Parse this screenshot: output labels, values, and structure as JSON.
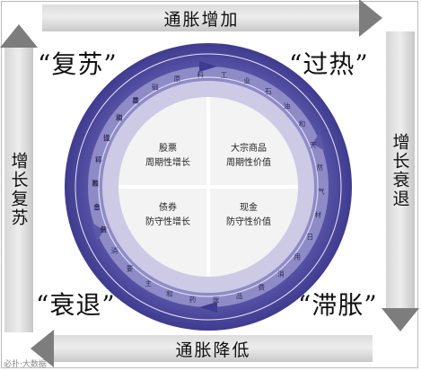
{
  "phases": {
    "recovery": "“复苏”",
    "overheat": "“过热”",
    "recession": "“衰退”",
    "stagflation": "“滞胀”"
  },
  "bands": {
    "top": "通胀增加",
    "bottom": "通胀降低",
    "left": "增长复苏",
    "right": "增长衰退"
  },
  "quadrants": {
    "tl": [
      "股票",
      "周期性增长"
    ],
    "tr": [
      "大宗商品",
      "周期性价值"
    ],
    "bl": [
      "债券",
      "防守性增长"
    ],
    "br": [
      "现金",
      "防守性价值"
    ]
  },
  "ring_labels": {
    "outer": [
      "信",
      "息",
      "高",
      "科",
      "技",
      "和",
      "基",
      "础",
      "原",
      "料",
      "工",
      "业",
      "石",
      "油",
      "和",
      "天",
      "然",
      "气",
      "材",
      "日",
      "用",
      "消",
      "费",
      "品",
      "医",
      "药",
      "和",
      "主",
      "要",
      "消",
      "费",
      "金",
      "融",
      "可",
      "选",
      "消",
      "费"
    ],
    "outer_angles": [
      -112,
      -100,
      -88,
      -76,
      -64,
      -52,
      -40,
      -28,
      -16,
      -4,
      8,
      20,
      32,
      44,
      56,
      68,
      80,
      92,
      104,
      116,
      128,
      140,
      152,
      164,
      176,
      188,
      200,
      212,
      224,
      236,
      248,
      260,
      272,
      284,
      296,
      308,
      320
    ]
  },
  "watermark": "必扑·大数据",
  "colors": {
    "outer_ring": "#3f3b8f",
    "middle_ring": "#8a86c4",
    "inner_ring": "#cbc8e6",
    "core": "#f2f2f2",
    "band_gray": "#d9d9d9",
    "arrowhead": "#7d7d7d"
  }
}
